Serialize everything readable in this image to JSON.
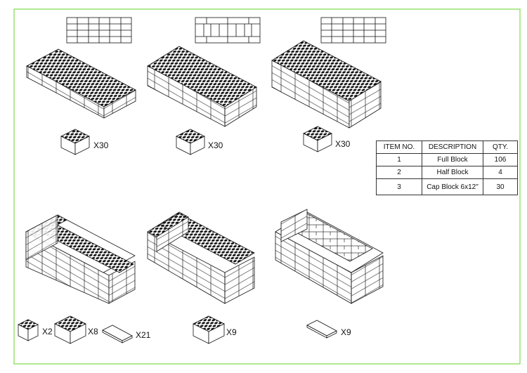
{
  "bom": {
    "headers": [
      "ITEM NO.",
      "DESCRIPTION",
      "QTY."
    ],
    "rows": [
      [
        "1",
        "Full Block",
        "106"
      ],
      [
        "2",
        "Half Block",
        "4"
      ],
      [
        "3",
        "Cap Block 6x12\"",
        "30"
      ]
    ]
  },
  "labels": {
    "step1_blocks": "X30",
    "step2_blocks": "X30",
    "step3_blocks": "X30",
    "step4_half": "X2",
    "step4_full": "X8",
    "step4_cap": "X21",
    "step5_full": "X9",
    "step6_cap": "X9"
  },
  "colors": {
    "frame": "#7ddc4a",
    "line": "#111111",
    "stud": "#111111"
  }
}
